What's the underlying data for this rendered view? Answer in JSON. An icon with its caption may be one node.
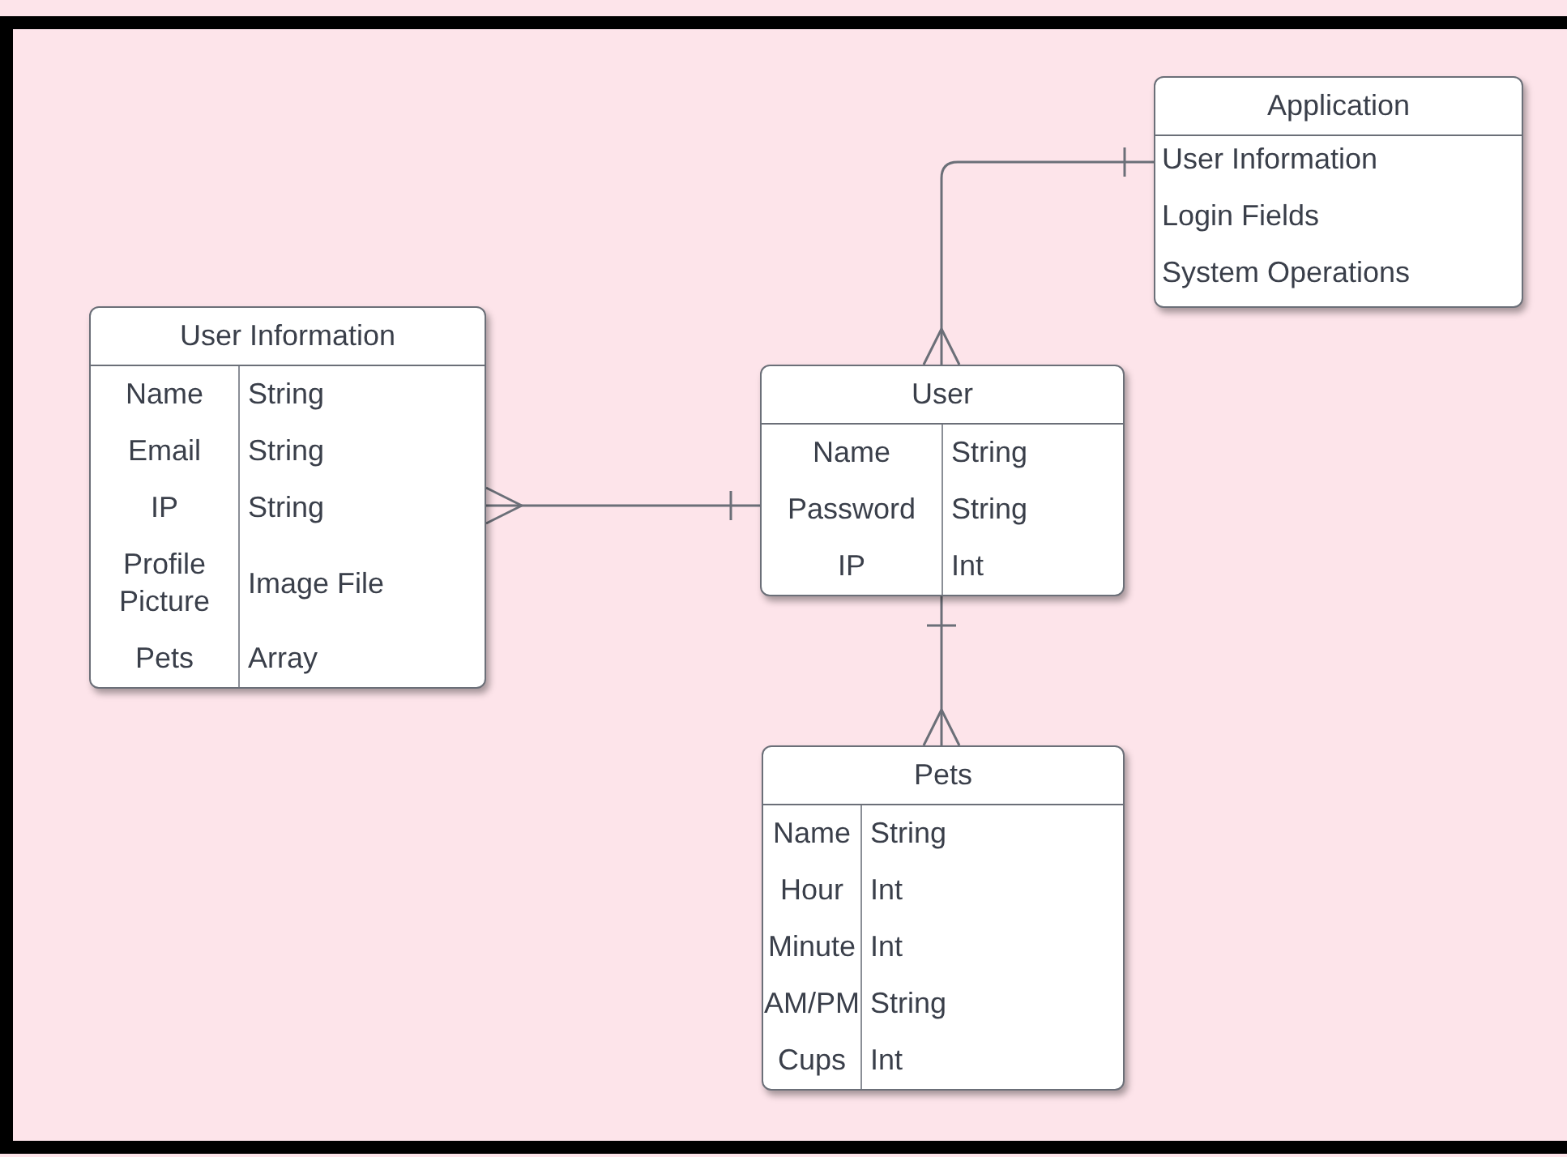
{
  "diagram": {
    "nodes": [
      {
        "text": [
          "Application",
          "User Information",
          "Login Fields",
          "System Operations"
        ]
      },
      {
        "text": [
          "User Information",
          "Name",
          "String",
          "Email",
          "String",
          "IP",
          "String",
          "Profile Picture",
          "Image File",
          "Pets",
          "Array"
        ]
      },
      {
        "text": [
          "User",
          "Name",
          "String",
          "Password",
          "String",
          "IP",
          "Int"
        ]
      },
      {
        "text": [
          "Pets",
          "Name",
          "String",
          "Hour",
          "Int",
          "Minute",
          "Int",
          "AM/PM",
          "String",
          "Cups",
          "Int"
        ]
      }
    ],
    "edges": [
      {
        "from": 0,
        "to": 2,
        "arrow": "other"
      },
      {
        "from": 2,
        "to": 1,
        "arrow": "other"
      },
      {
        "from": 2,
        "to": 3,
        "arrow": "other"
      }
    ]
  }
}
